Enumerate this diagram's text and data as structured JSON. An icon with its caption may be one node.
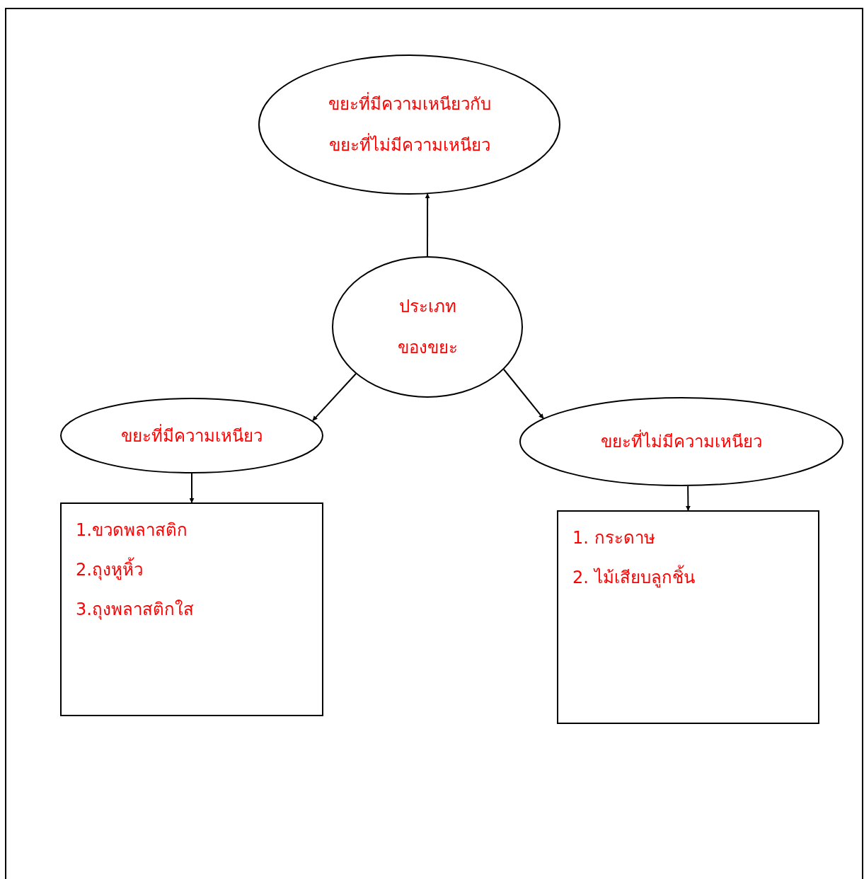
{
  "diagram": {
    "nodes": [
      {
        "text": [
          "ขยะที่มีความเหนียวกับขยะที่ไม่มีความเหนียว"
        ]
      },
      {
        "text": [
          "ประเภทของขยะ"
        ]
      },
      {
        "text": [
          "ขยะที่มีความเหนียว"
        ]
      },
      {
        "text": [
          "ขยะที่ไม่มีความเหนียว"
        ]
      },
      {
        "text": [
          "1.ขวดพลาสติก",
          "2.ถุงหูหิ้ว",
          "3.ถุงพลาสติกใส"
        ]
      },
      {
        "text": [
          "1. กระดาษ",
          "2. ไม้เสียบลูกชิ้น"
        ]
      }
    ],
    "edges": [
      {
        "from": 1,
        "to": 0,
        "arrow": "to"
      },
      {
        "from": 1,
        "to": 2,
        "arrow": "to"
      },
      {
        "from": 1,
        "to": 3,
        "arrow": "to"
      },
      {
        "from": 2,
        "to": 4,
        "arrow": "to"
      },
      {
        "from": 3,
        "to": 5,
        "arrow": "to"
      }
    ]
  }
}
